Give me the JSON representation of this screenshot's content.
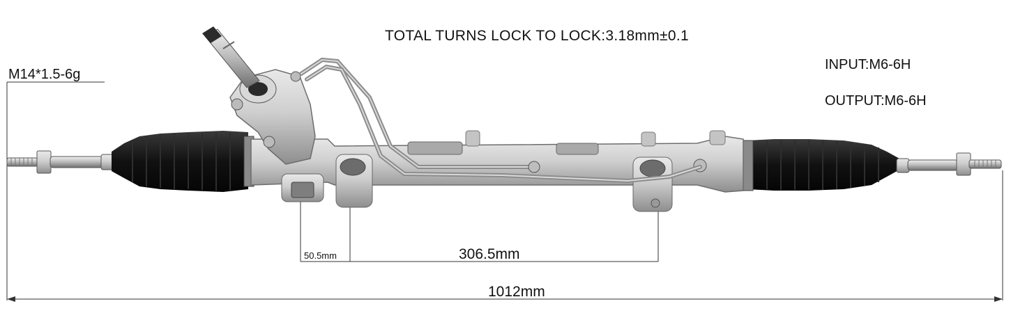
{
  "annotations": {
    "total_turns": "TOTAL TURNS LOCK TO LOCK:3.18mm±0.1",
    "input": "INPUT:M6-6H",
    "output": "OUTPUT:M6-6H",
    "tie_rod_thread": "M14*1.5-6g"
  },
  "dimensions": {
    "port_offset": "50.5mm",
    "port_spacing": "306.5mm",
    "overall_length": "1012mm"
  },
  "colors": {
    "boot": "#141414",
    "housing": "#c9c9c9",
    "housing_shadow": "#9a9a9a",
    "rod": "#bdbdbd",
    "line": "#333333"
  }
}
